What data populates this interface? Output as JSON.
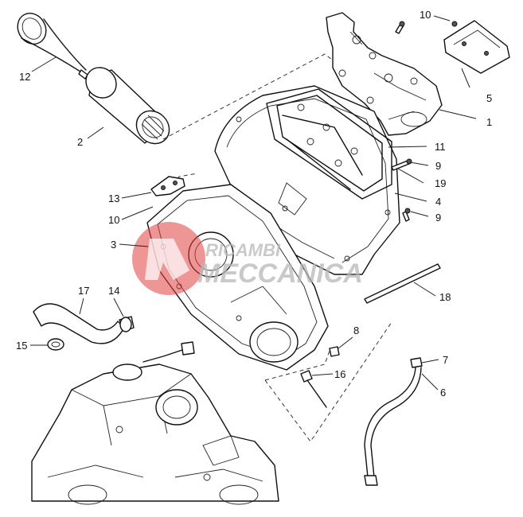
{
  "watermark": {
    "line1": "RICAMBI",
    "line2": "MECCANICA",
    "accent_color": "#e04040"
  },
  "callouts": [
    {
      "id": "12",
      "label": "12"
    },
    {
      "id": "2a",
      "label": "2"
    },
    {
      "id": "10a",
      "label": "10"
    },
    {
      "id": "5",
      "label": "5"
    },
    {
      "id": "1",
      "label": "1"
    },
    {
      "id": "11",
      "label": "11"
    },
    {
      "id": "9a",
      "label": "9"
    },
    {
      "id": "19",
      "label": "19"
    },
    {
      "id": "4",
      "label": "4"
    },
    {
      "id": "9b",
      "label": "9"
    },
    {
      "id": "13",
      "label": "13"
    },
    {
      "id": "10b",
      "label": "10"
    },
    {
      "id": "3",
      "label": "3"
    },
    {
      "id": "18",
      "label": "18"
    },
    {
      "id": "17",
      "label": "17"
    },
    {
      "id": "14",
      "label": "14"
    },
    {
      "id": "15",
      "label": "15"
    },
    {
      "id": "8",
      "label": "8"
    },
    {
      "id": "16",
      "label": "16"
    },
    {
      "id": "7",
      "label": "7"
    },
    {
      "id": "6",
      "label": "6"
    }
  ]
}
